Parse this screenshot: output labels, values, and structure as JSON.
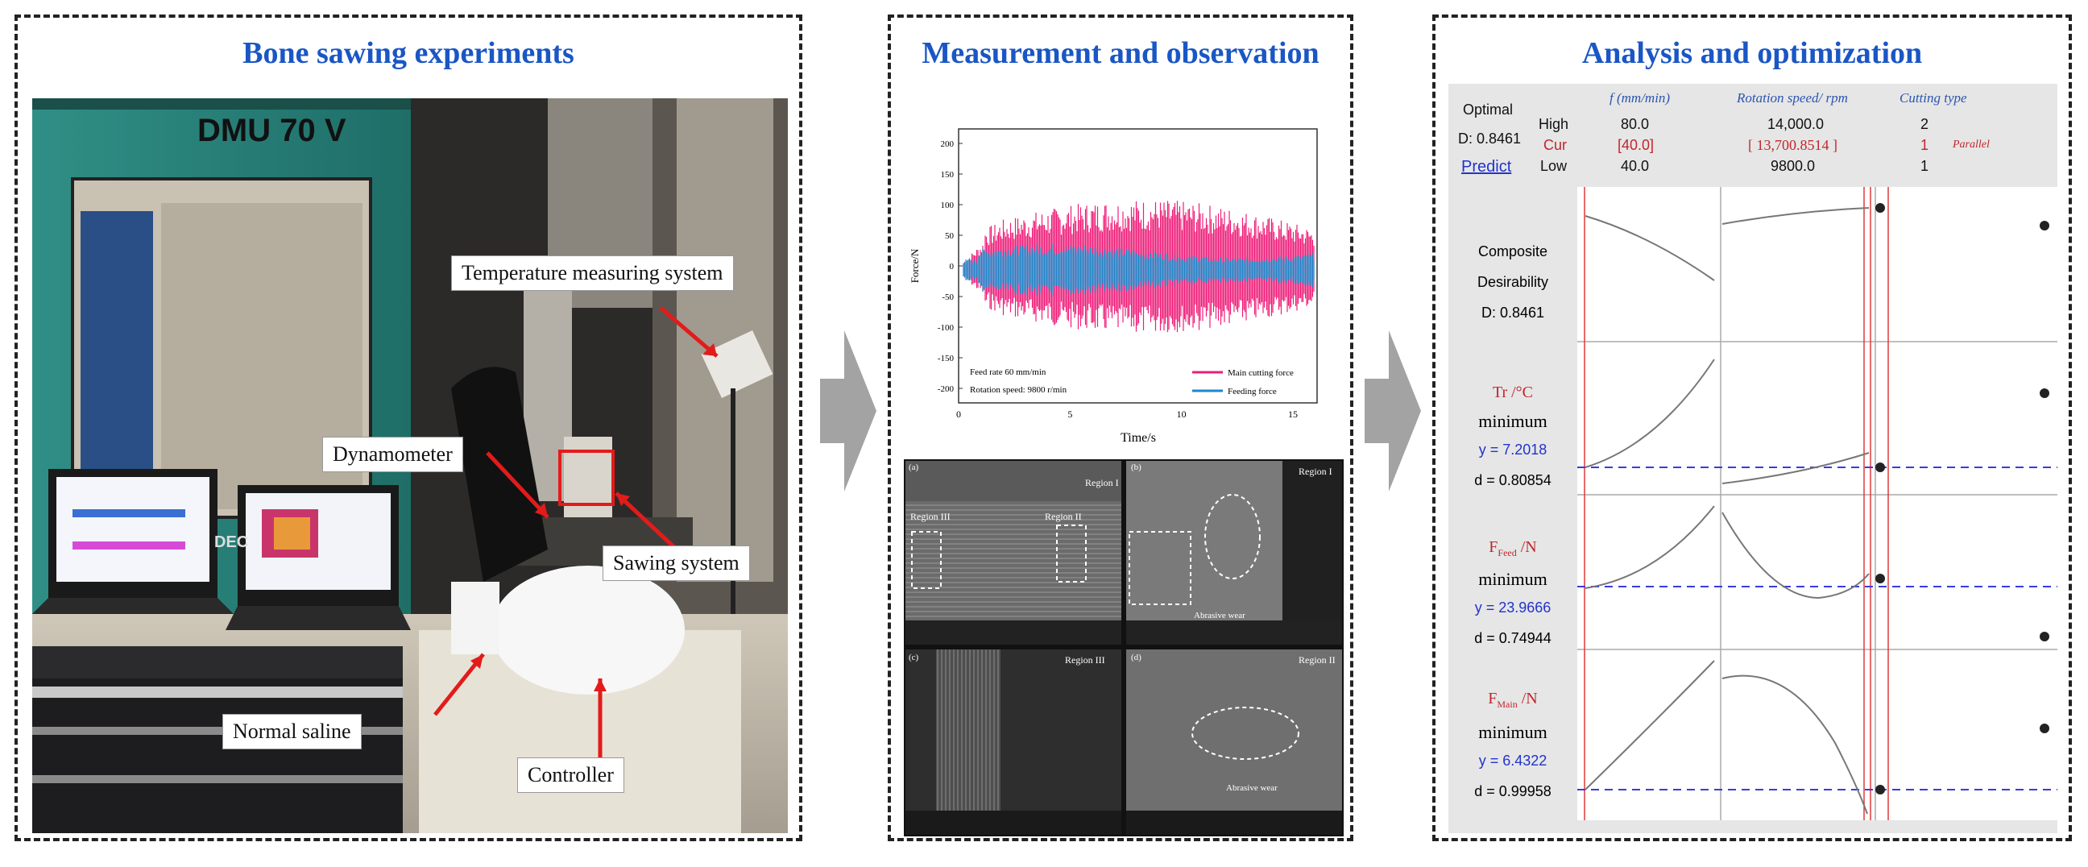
{
  "panels": {
    "left": {
      "title": "Bone sawing experiments"
    },
    "middle": {
      "title": "Measurement and observation"
    },
    "right": {
      "title": "Analysis and optimization"
    }
  },
  "photo": {
    "machine_label": "DMU 70 V",
    "machine_partial_label": "DEC",
    "callouts": {
      "temperature": "Temperature measuring system",
      "dynamometer": "Dynamometer",
      "sawing": "Sawing system",
      "saline": "Normal saline",
      "controller": "Controller"
    }
  },
  "force_chart": {
    "ylabel": "Force/N",
    "xlabel": "Time/s",
    "yticks": [
      "200",
      "150",
      "100",
      "50",
      "0",
      "-50",
      "-100",
      "-150",
      "-200"
    ],
    "xticks": [
      "0",
      "5",
      "10",
      "15"
    ],
    "note1": "Feed rate 60 mm/min",
    "note2": "Rotation speed: 9800 r/min",
    "legend_main": "Main cutting force",
    "legend_feed": "Feeding force",
    "colors": {
      "main": "#ee1e79",
      "feed": "#1f86c9"
    }
  },
  "sem": {
    "a": {
      "letter": "(a)",
      "regions": [
        "Region I",
        "Region II",
        "Region III"
      ]
    },
    "b": {
      "letter": "(b)",
      "regions": [
        "Region I"
      ],
      "wear": "Abrasive wear"
    },
    "c": {
      "letter": "(c)",
      "regions": [
        "Region III"
      ]
    },
    "d": {
      "letter": "(d)",
      "regions": [
        "Region II"
      ],
      "wear": "Abrasive wear"
    }
  },
  "optimizer": {
    "optimal_label": "Optimal",
    "d_value": "D: 0.8461",
    "predict": "Predict",
    "col_feed": "f (mm/min)",
    "col_speed": "Rotation speed/ rpm",
    "col_type": "Cutting type",
    "rows": {
      "high": {
        "label": "High",
        "feed": "80.0",
        "speed": "14,000.0",
        "type": "2"
      },
      "cur": {
        "label": "Cur",
        "feed": "[40.0]",
        "speed": "[ 13,700.8514 ]",
        "type": "1",
        "type_name": "Parallel"
      },
      "low": {
        "label": "Low",
        "feed": "40.0",
        "speed": "9800.0",
        "type": "1"
      }
    },
    "composite": {
      "line1": "Composite",
      "line2": "Desirability",
      "d": "D: 0.8461"
    },
    "responses": [
      {
        "name": "Tr /°C",
        "goal": "minimum",
        "y": "y = 7.2018",
        "d": "d = 0.80854"
      },
      {
        "name_main": "F",
        "name_sub": "Feed",
        "name_unit": " /N",
        "goal": "minimum",
        "y": "y = 23.9666",
        "d": "d = 0.74944"
      },
      {
        "name_main": "F",
        "name_sub": "Main",
        "name_unit": " /N",
        "goal": "minimum",
        "y": "y = 6.4322",
        "d": "d = 0.99958"
      }
    ]
  }
}
